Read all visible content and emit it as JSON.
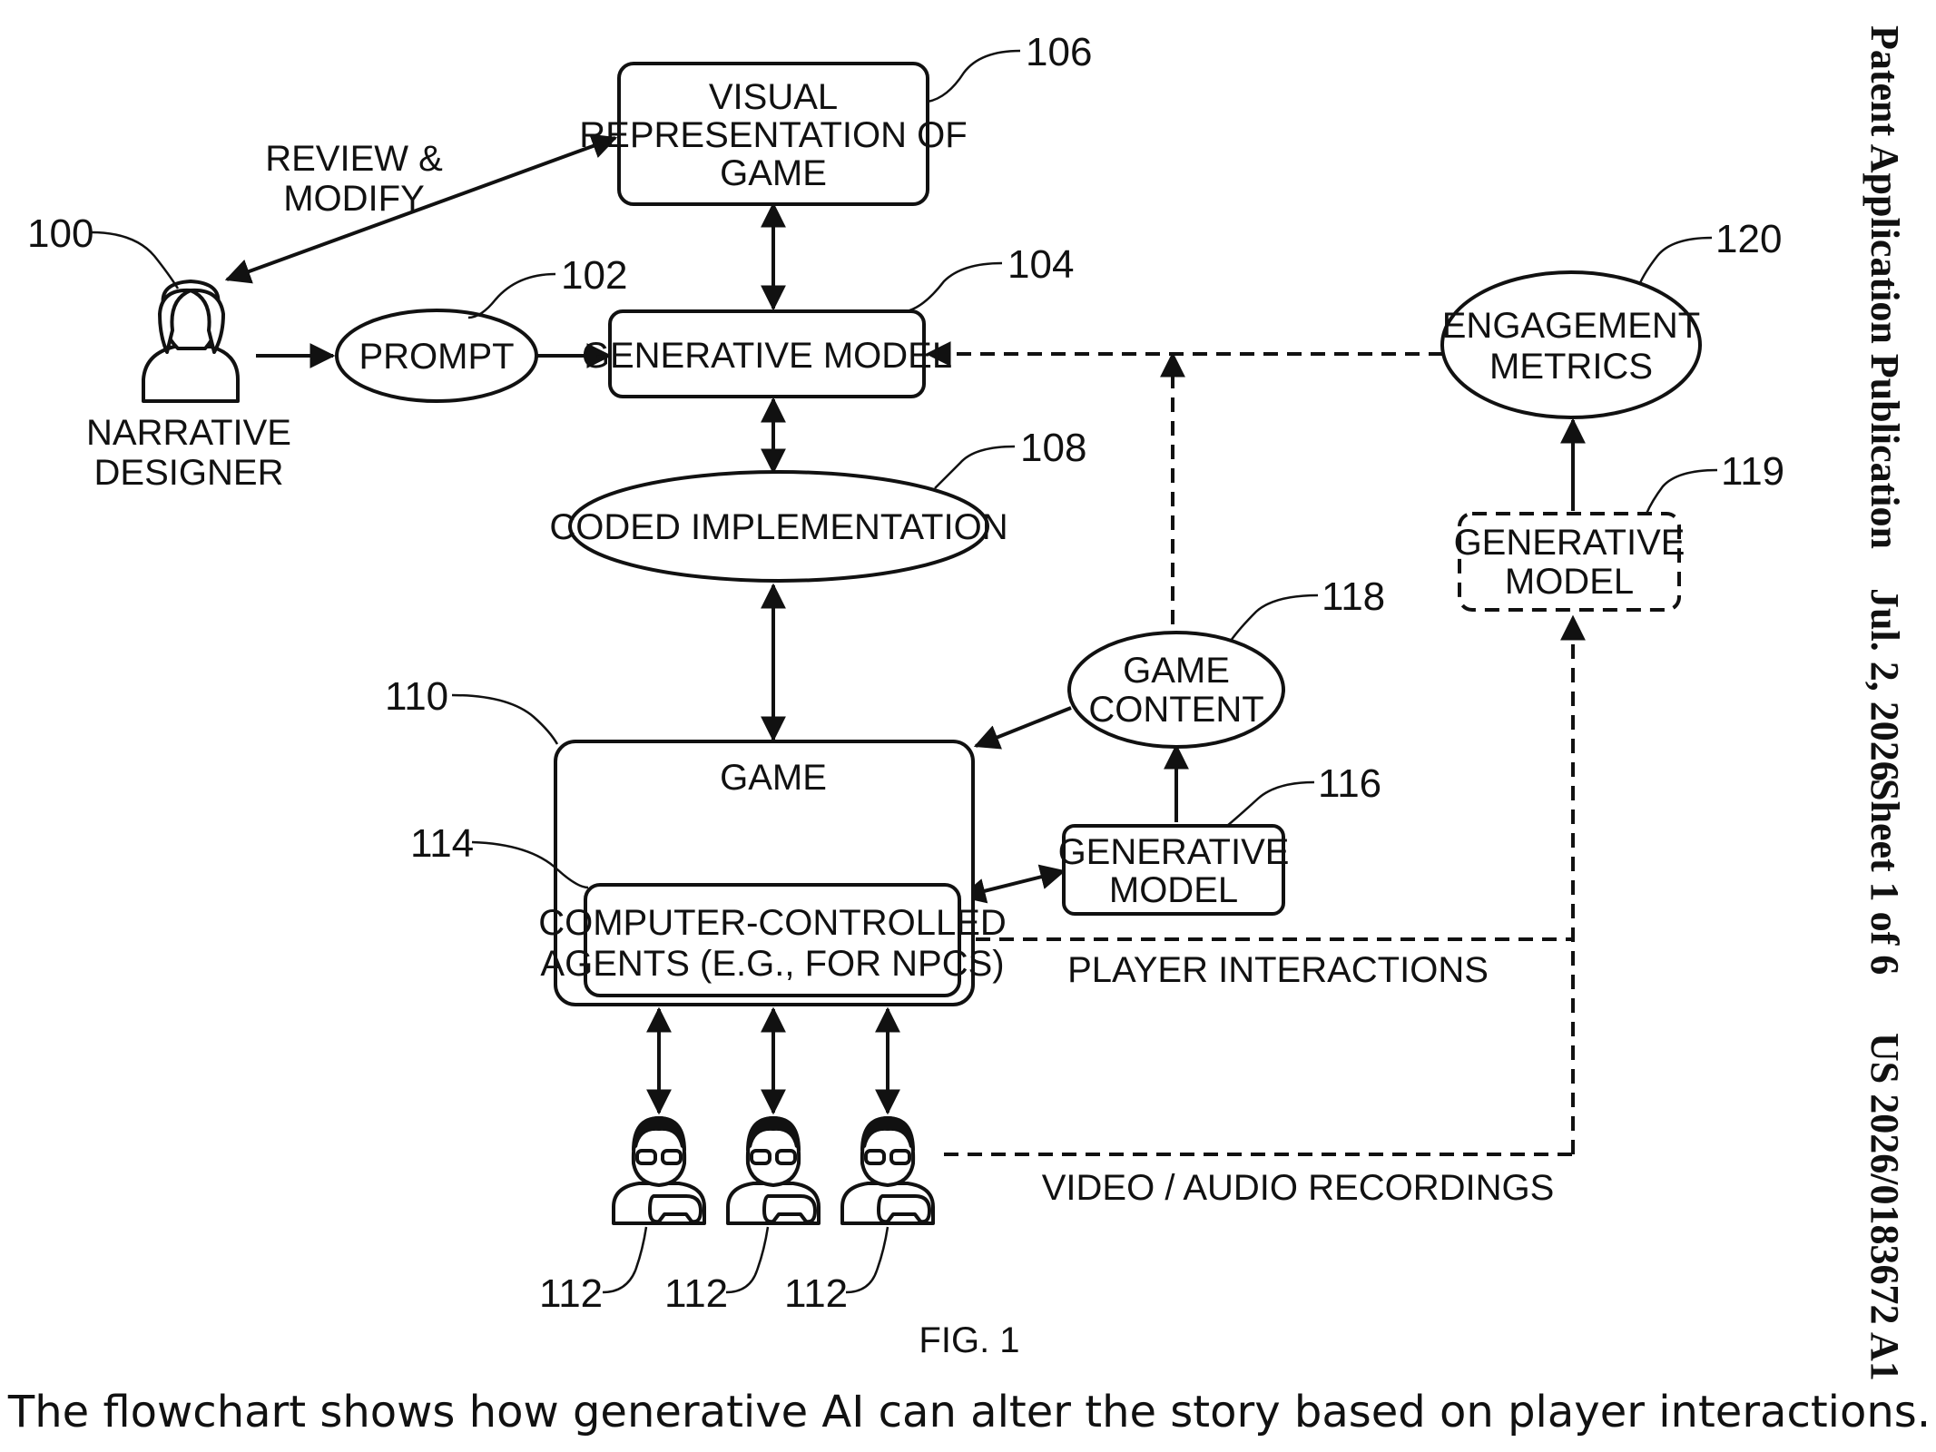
{
  "header": {
    "publication": "Patent Application Publication",
    "date": "Jul. 2, 2026",
    "sheet": "Sheet 1 of 6",
    "number": "US 2026/0183672 A1"
  },
  "nodes": {
    "visual_representation": [
      "VISUAL",
      "REPRESENTATION OF",
      "GAME"
    ],
    "generative_model_main": "GENERATIVE MODEL",
    "prompt": "PROMPT",
    "coded_implementation": "CODED IMPLEMENTATION",
    "game": "GAME",
    "agents": [
      "COMPUTER-CONTROLLED",
      "AGENTS (E.G., FOR NPCS)"
    ],
    "game_content": [
      "GAME",
      "CONTENT"
    ],
    "generative_model_116": [
      "GENERATIVE",
      "MODEL"
    ],
    "generative_model_119": [
      "GENERATIVE",
      "MODEL"
    ],
    "engagement_metrics": [
      "ENGAGEMENT",
      "METRICS"
    ],
    "narrative_designer": [
      "NARRATIVE",
      "DESIGNER"
    ]
  },
  "edge_labels": {
    "review_modify": [
      "REVIEW &",
      "MODIFY"
    ],
    "player_interactions": "PLAYER INTERACTIONS",
    "recordings": "VIDEO / AUDIO RECORDINGS"
  },
  "refs": {
    "r100": "100",
    "r102": "102",
    "r104": "104",
    "r106": "106",
    "r108": "108",
    "r110": "110",
    "r112": "112",
    "r114": "114",
    "r116": "116",
    "r118": "118",
    "r119": "119",
    "r120": "120"
  },
  "figure_label": "FIG. 1",
  "caption": "The flowchart shows how generative AI can alter the story based on player interactions.",
  "icons": {
    "designer": "person-icon",
    "players": "gamer-with-controller-icon"
  }
}
